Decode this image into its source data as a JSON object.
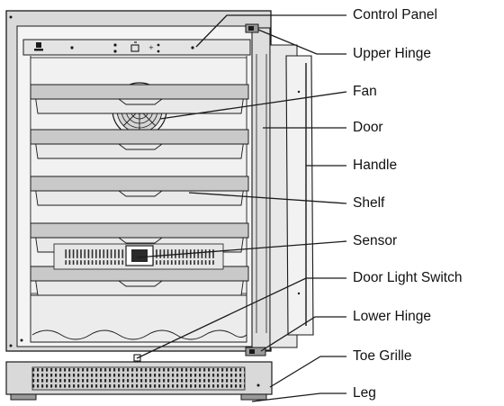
{
  "diagram": {
    "labels": [
      {
        "id": "control-panel",
        "text": "Control Panel"
      },
      {
        "id": "upper-hinge",
        "text": "Upper Hinge"
      },
      {
        "id": "fan",
        "text": "Fan"
      },
      {
        "id": "door",
        "text": "Door"
      },
      {
        "id": "handle",
        "text": "Handle"
      },
      {
        "id": "shelf",
        "text": "Shelf"
      },
      {
        "id": "sensor",
        "text": "Sensor"
      },
      {
        "id": "door-light-switch",
        "text": "Door Light Switch"
      },
      {
        "id": "lower-hinge",
        "text": "Lower Hinge"
      },
      {
        "id": "toe-grille",
        "text": "Toe Grille"
      },
      {
        "id": "leg",
        "text": "Leg"
      }
    ],
    "colors": {
      "line": "#1a1a1a",
      "outer_frame": "#d9d9d9",
      "interior": "#f4f4f4",
      "shelf_front": "#c9c9c9",
      "shelf_body": "#e9e9e9",
      "door": "#dedede",
      "grille": "#cfcfcf"
    }
  }
}
